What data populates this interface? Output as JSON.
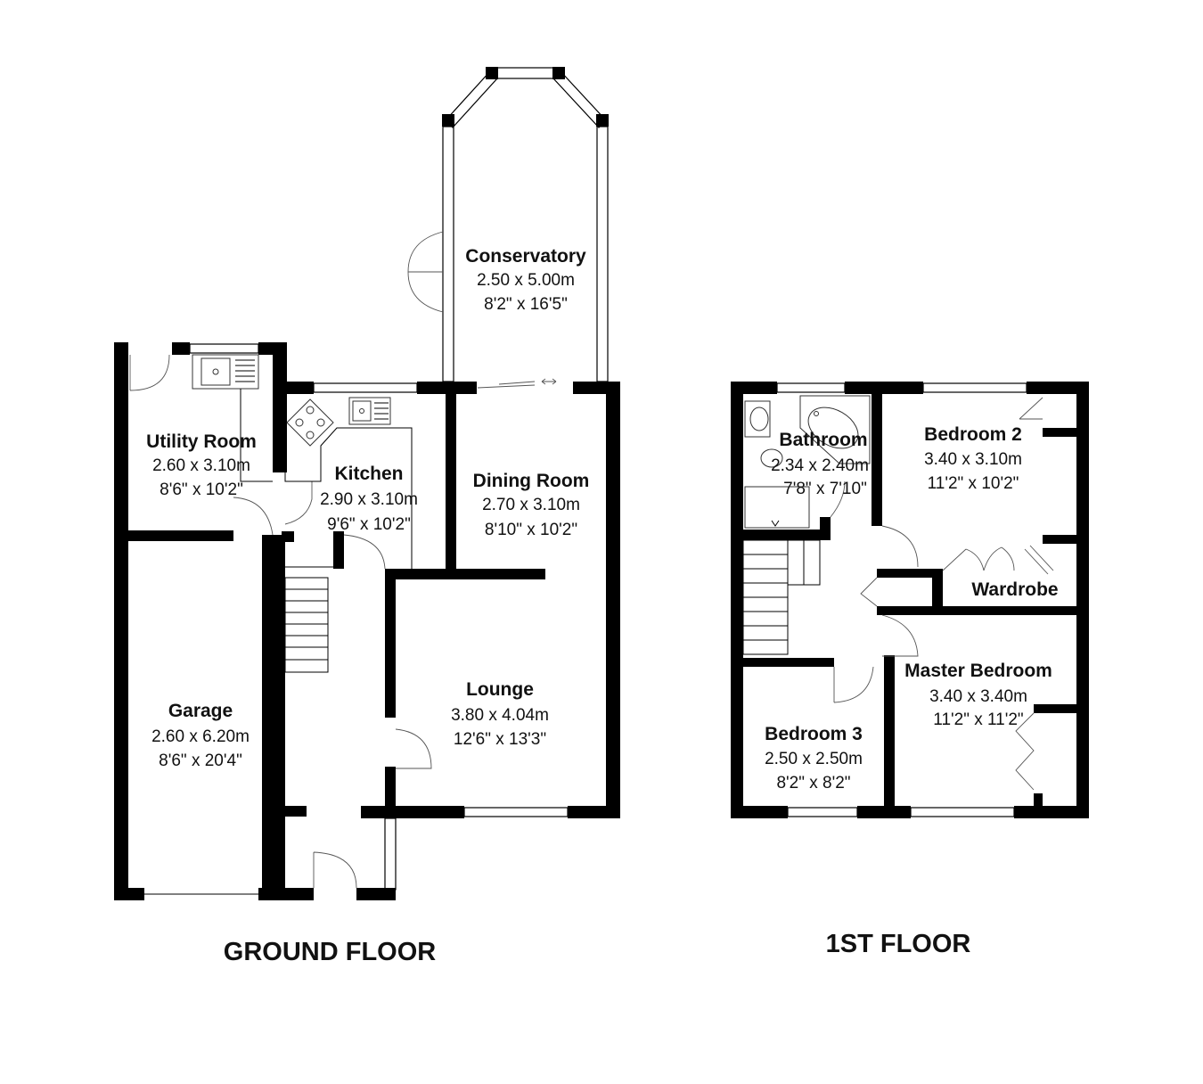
{
  "floors": {
    "ground": {
      "title": "GROUND FLOOR",
      "rooms": {
        "conservatory": {
          "name": "Conservatory",
          "metric": "2.50 x 5.00m",
          "imperial": "8'2\" x 16'5\""
        },
        "utility": {
          "name": "Utility Room",
          "metric": "2.60 x 3.10m",
          "imperial": "8'6\" x 10'2\""
        },
        "kitchen": {
          "name": "Kitchen",
          "metric": "2.90 x 3.10m",
          "imperial": "9'6\" x 10'2\""
        },
        "dining": {
          "name": "Dining Room",
          "metric": "2.70 x 3.10m",
          "imperial": "8'10\" x 10'2\""
        },
        "lounge": {
          "name": "Lounge",
          "metric": "3.80 x 4.04m",
          "imperial": "12'6\" x 13'3\""
        },
        "garage": {
          "name": "Garage",
          "metric": "2.60 x 6.20m",
          "imperial": "8'6\" x 20'4\""
        }
      }
    },
    "first": {
      "title": "1ST FLOOR",
      "rooms": {
        "bathroom": {
          "name": "Bathroom",
          "metric": "2.34 x 2.40m",
          "imperial": "7'8\" x 7'10\""
        },
        "bedroom2": {
          "name": "Bedroom 2",
          "metric": "3.40 x 3.10m",
          "imperial": "11'2\" x 10'2\""
        },
        "wardrobe": {
          "name": "Wardrobe"
        },
        "master": {
          "name": "Master Bedroom",
          "metric": "3.40 x 3.40m",
          "imperial": "11'2\" x 11'2\""
        },
        "bedroom3": {
          "name": "Bedroom 3",
          "metric": "2.50 x 2.50m",
          "imperial": "8'2\" x 8'2\""
        }
      }
    }
  }
}
